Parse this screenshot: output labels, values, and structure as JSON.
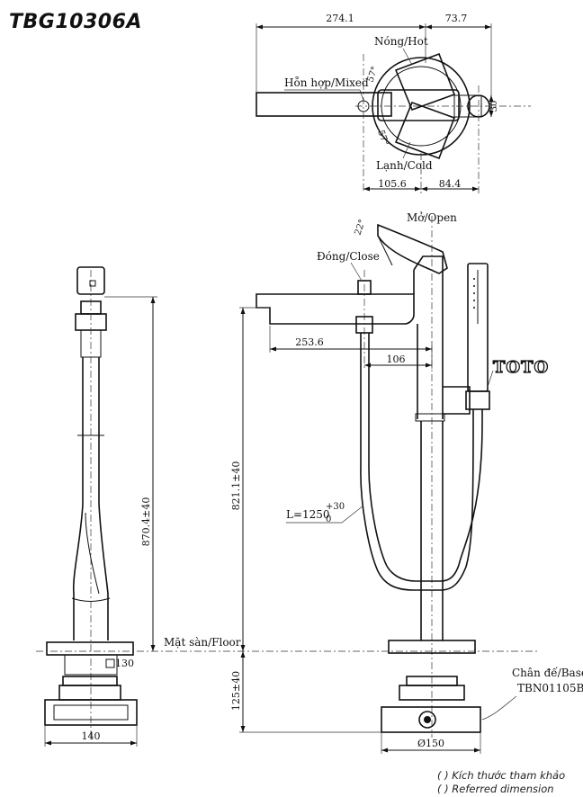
{
  "model": "TBG10306A",
  "top_view": {
    "dim_left": "274.1",
    "dim_right": "73.7",
    "label_hot": "Nóng/Hot",
    "label_mixed": "Hỗn hợp/Mixed",
    "label_cold": "Lạnh/Cold",
    "angle_upper": "57°",
    "angle_lower": "57°",
    "dim_height": "30",
    "dim_bottom_left": "105.6",
    "dim_bottom_right": "84.4"
  },
  "front_view": {
    "label_open": "Mở/Open",
    "label_close": "Đóng/Close",
    "angle_handle": "22°",
    "dim_spout": "253.6",
    "dim_offset": "106",
    "dim_height": "821.1±40",
    "hose_length": "L=1250",
    "hose_tol_upper": "+30",
    "hose_tol_lower": "0",
    "brand": "TOTO",
    "dim_below_floor": "125±40",
    "label_base": "Chân đế/Base",
    "base_code": "TBN01105B",
    "dim_base_dia": "Ø150"
  },
  "side_view": {
    "dim_height": "870.4±40",
    "label_floor": "Mặt sàn/Floor",
    "dim_square": "130",
    "dim_base_width": "140"
  },
  "notes": [
    "( ) Kích thước tham khảo",
    "( ) Referred dimension"
  ]
}
